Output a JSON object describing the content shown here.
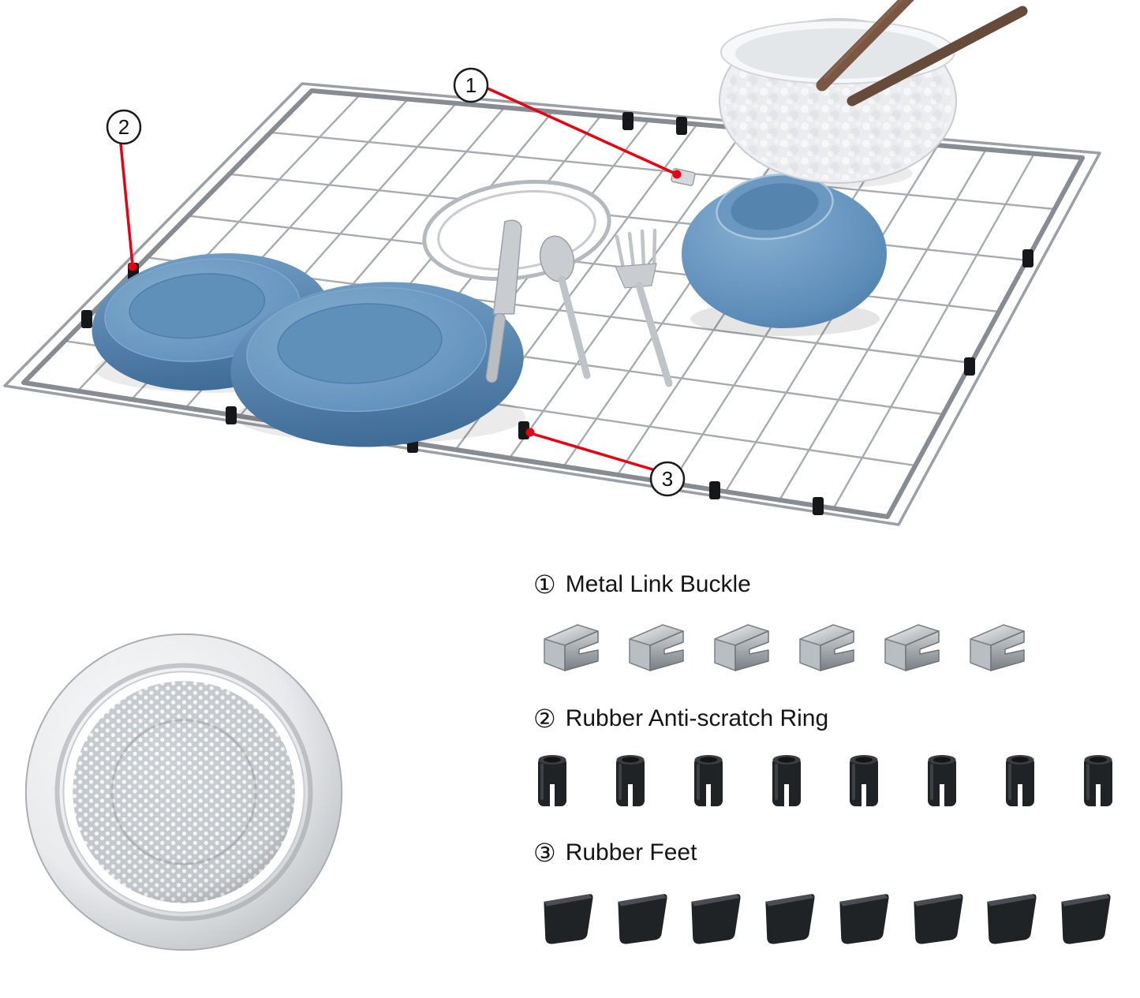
{
  "callouts": [
    {
      "num": "1"
    },
    {
      "num": "2"
    },
    {
      "num": "3"
    }
  ],
  "legend": {
    "items": [
      {
        "badge": "①",
        "label": "Metal Link Buckle",
        "count": 6,
        "type": "buckle"
      },
      {
        "badge": "②",
        "label": "Rubber Anti-scratch Ring",
        "count": 8,
        "type": "ring"
      },
      {
        "badge": "③",
        "label": "Rubber Feet",
        "count": 8,
        "type": "feet"
      }
    ]
  },
  "colors": {
    "callout_red": "#e60012",
    "dish_blue": "#5e8fba",
    "wire_gray": "#a6abb0",
    "rubber_black": "#1e2124"
  }
}
